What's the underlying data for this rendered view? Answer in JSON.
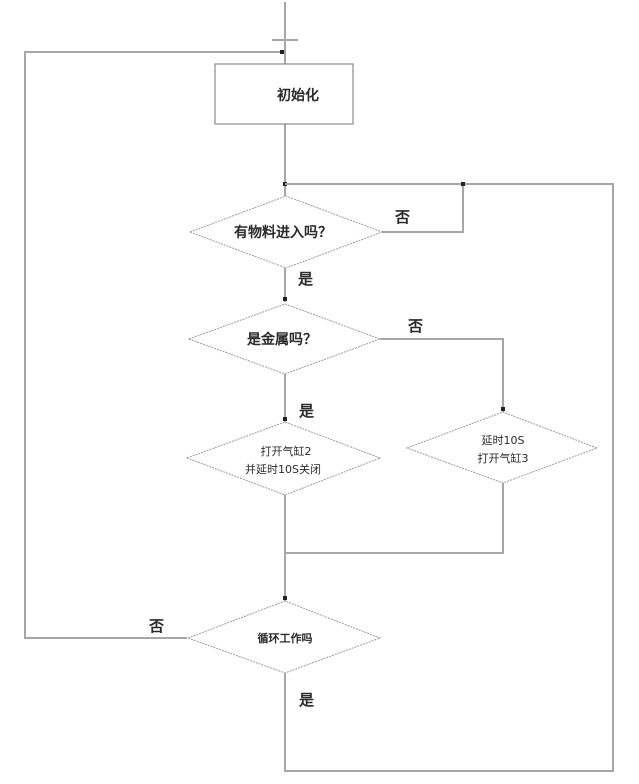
{
  "diagram": {
    "type": "flowchart",
    "nodes": {
      "init": {
        "text": "初始化",
        "shape": "rectangle"
      },
      "material_check": {
        "text": "有物料进入吗？",
        "shape": "diamond"
      },
      "metal_check": {
        "text": "是金属吗？",
        "shape": "diamond"
      },
      "open_cyl2": {
        "lines": [
          "打开气缸2",
          "并延时10S关闭"
        ],
        "shape": "diamond"
      },
      "delay_cyl3": {
        "lines": [
          "延时10S",
          "打开气缸3"
        ],
        "shape": "diamond"
      },
      "loop_check": {
        "text": "循环工作吗",
        "shape": "diamond"
      }
    },
    "edge_labels": {
      "material_no": "否",
      "material_yes": "是",
      "metal_no": "否",
      "metal_yes": "是",
      "loop_no": "否",
      "loop_yes": "是"
    },
    "edges": [
      {
        "from": "start",
        "to": "init"
      },
      {
        "from": "init",
        "to": "material_check"
      },
      {
        "from": "material_check",
        "to": "material_check",
        "label": "否"
      },
      {
        "from": "material_check",
        "to": "metal_check",
        "label": "是"
      },
      {
        "from": "metal_check",
        "to": "open_cyl2",
        "label": "是"
      },
      {
        "from": "metal_check",
        "to": "delay_cyl3",
        "label": "否"
      },
      {
        "from": "open_cyl2",
        "to": "loop_check"
      },
      {
        "from": "delay_cyl3",
        "to": "loop_check"
      },
      {
        "from": "loop_check",
        "to": "init",
        "label": "否"
      },
      {
        "from": "loop_check",
        "to": "material_check",
        "label": "是"
      }
    ]
  }
}
